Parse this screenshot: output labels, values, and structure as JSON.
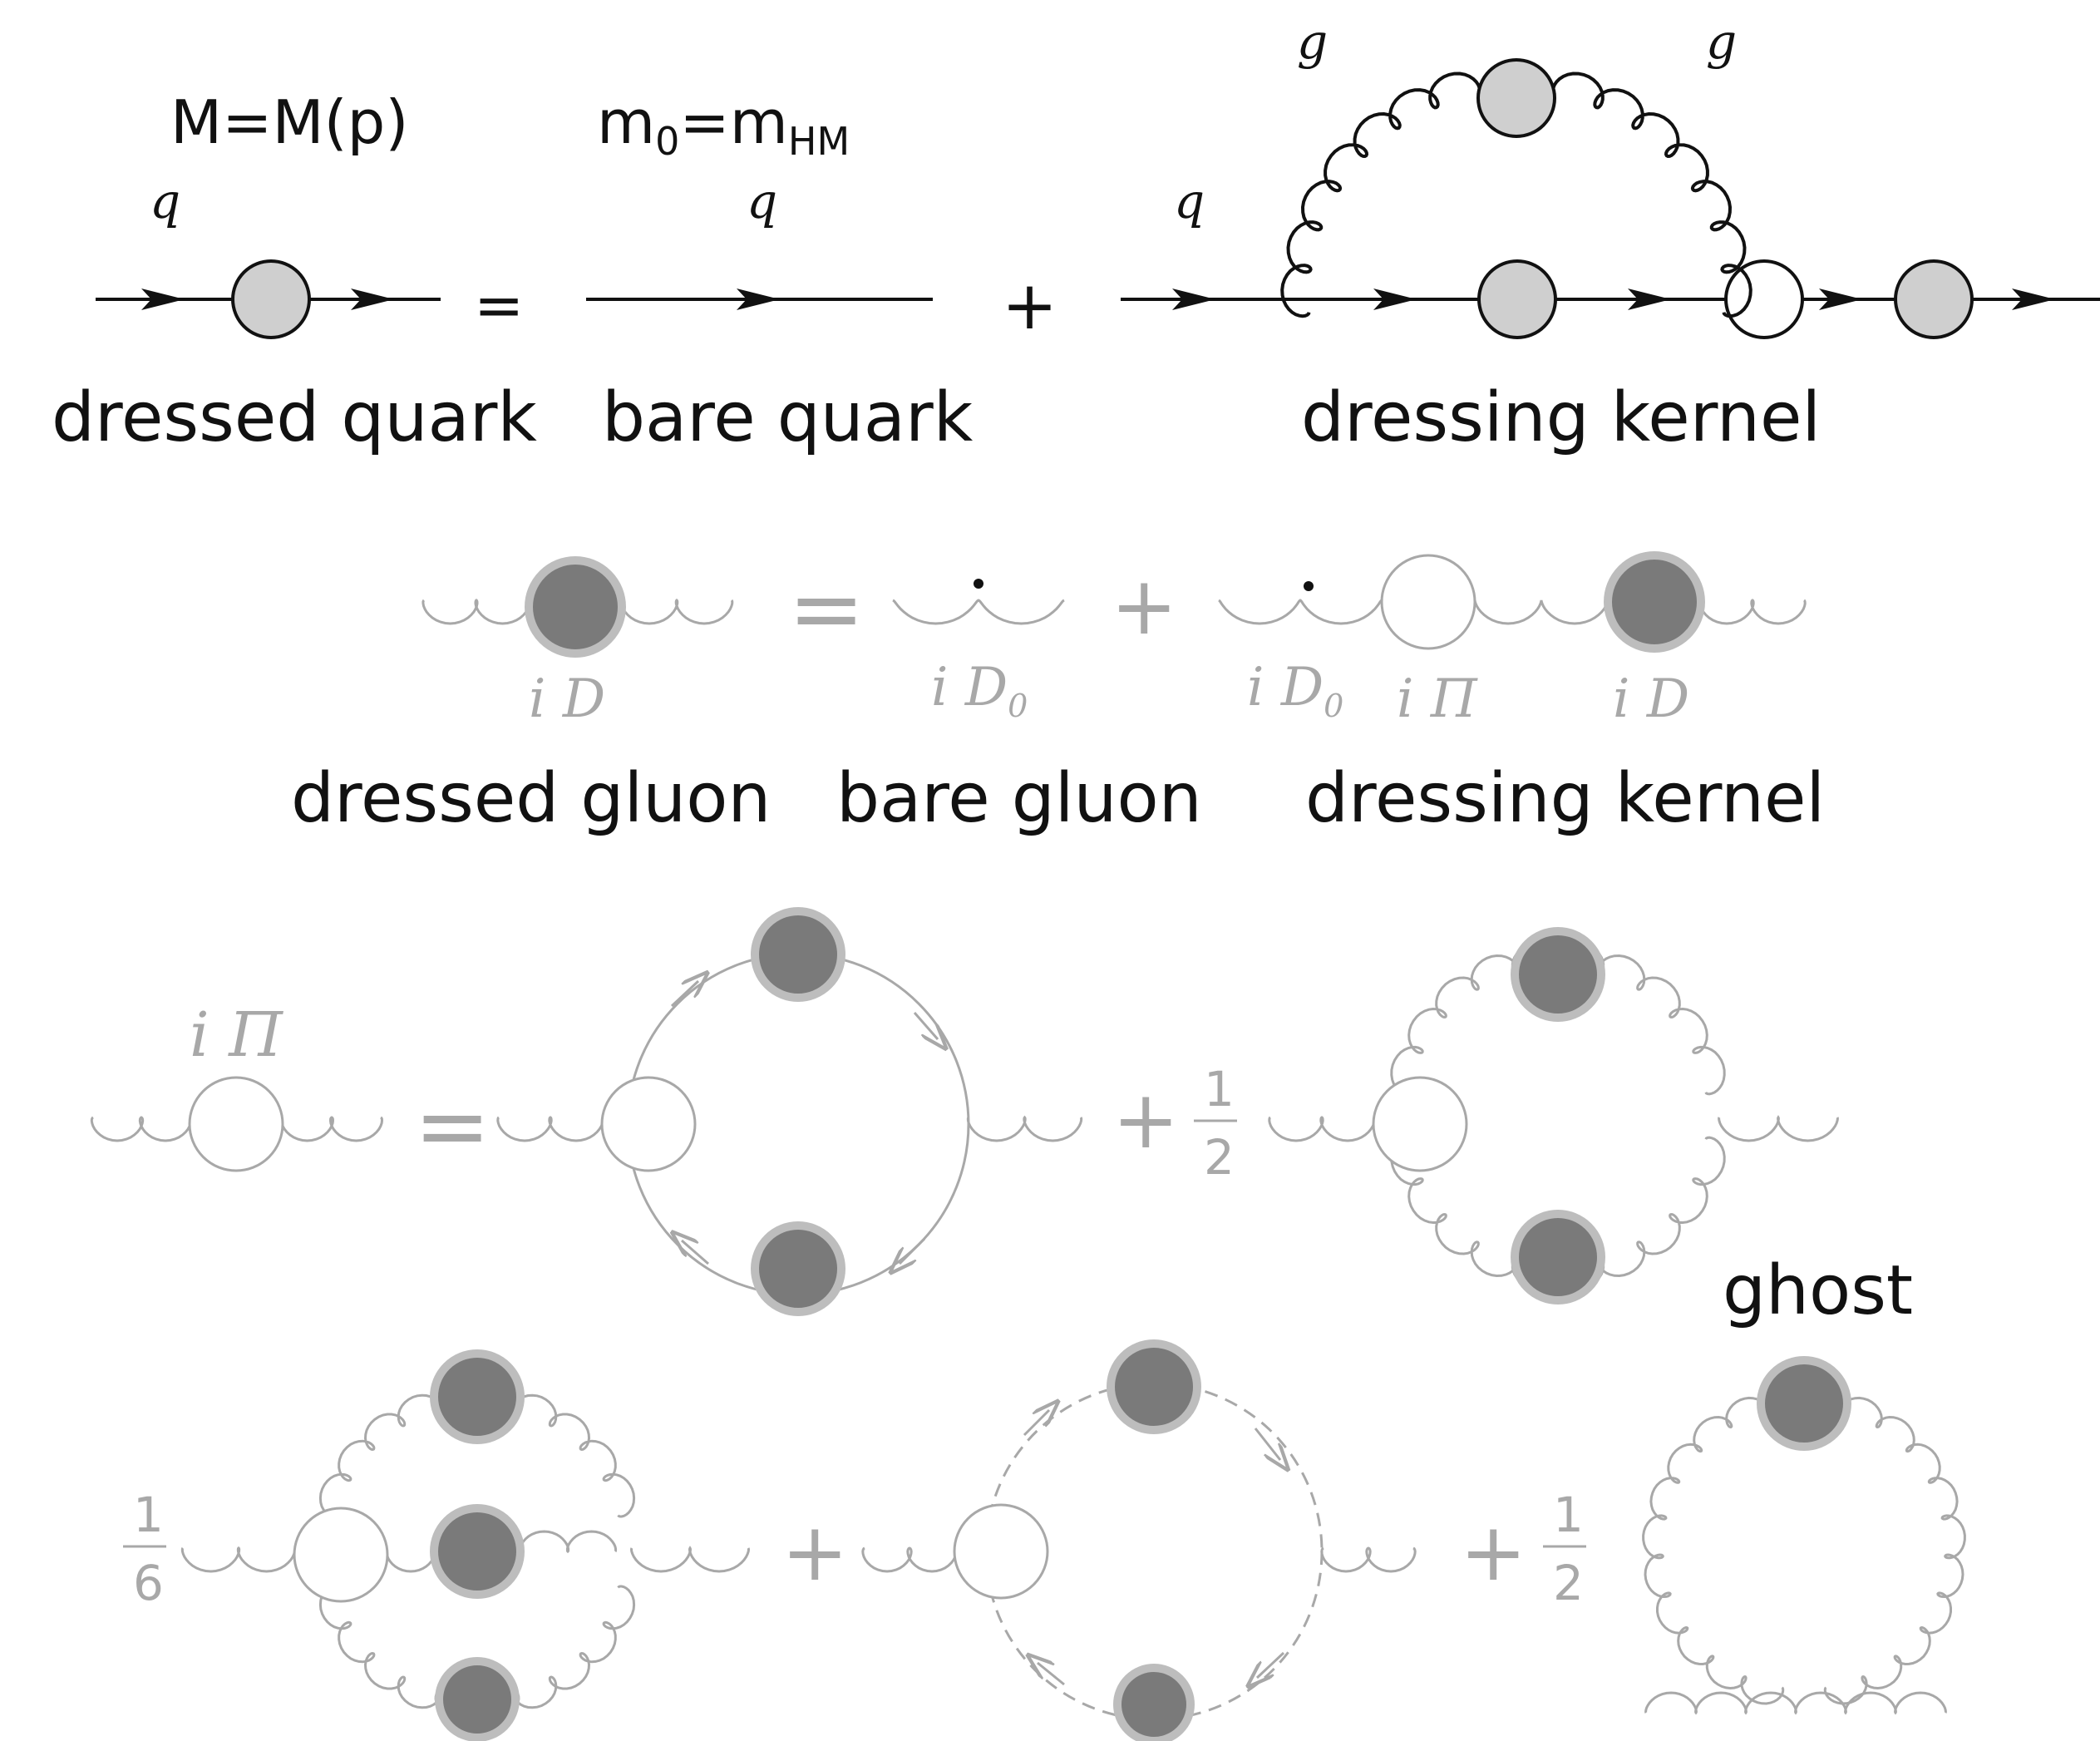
{
  "colors": {
    "ink": "#111111",
    "faded_ink": "#a8a8a8",
    "blob_light": "#cfcfcf",
    "blob_dark": "#7a7a7a",
    "blob_ring": "#bdbdbd",
    "background": "#ffffff"
  },
  "quark_eq": {
    "mass_label": "M=M(p)",
    "bare_mass_main": "m",
    "bare_mass_sub": "0",
    "bare_mass_rhs": "=m",
    "bare_mass_rhs_sub": "HM",
    "q_labels": [
      "q",
      "q",
      "q"
    ],
    "g_labels": [
      "g",
      "g"
    ],
    "equals": "=",
    "plus": "+",
    "caption_dressed": "dressed quark",
    "caption_bare": "bare quark",
    "caption_kernel": "dressing kernel"
  },
  "gluon_eq": {
    "equals": "=",
    "plus": "+",
    "label_iD_left": "i D",
    "label_iD0_mid": "i D",
    "label_iD0_mid_sub": "0",
    "label_iD0_right": "i D",
    "label_iD0_right_sub": "0",
    "label_iPi": "i Π",
    "label_iD_right": "i D",
    "caption_dressed": "dressed gluon",
    "caption_bare": "bare gluon",
    "caption_kernel": "dressing kernel"
  },
  "polarization_eq": {
    "label_iPi": "i Π",
    "equals": "=",
    "plus1": "+",
    "half1_num": "1",
    "half1_den": "2",
    "sixth_num": "1",
    "sixth_den": "6",
    "plus2": "+",
    "plus3": "+",
    "half2_num": "1",
    "half2_den": "2",
    "ghost_label": "ghost"
  }
}
